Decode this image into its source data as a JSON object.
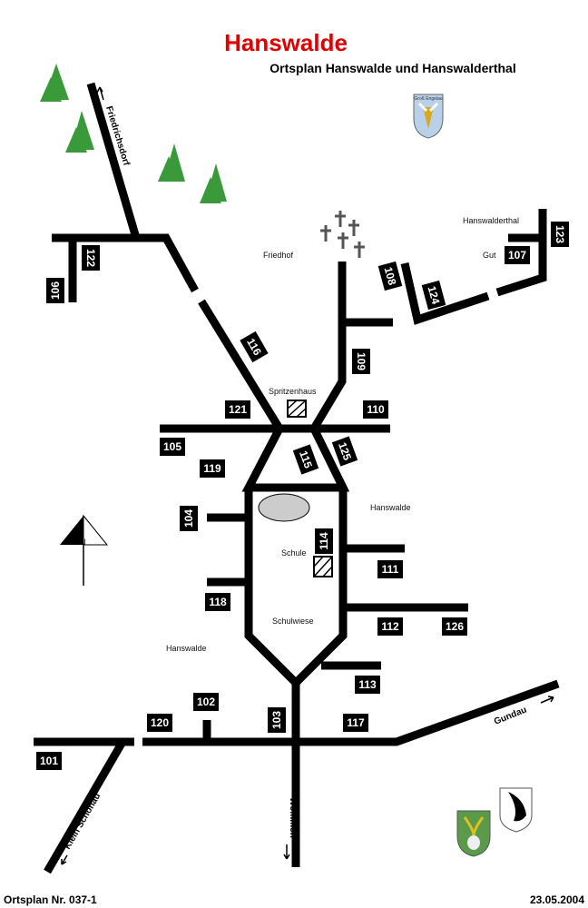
{
  "title": "Hanswalde",
  "subtitle": "Ortsplan Hanswalde und Hanswalderthal",
  "footer": {
    "plan_number": "Ortsplan Nr. 037-1",
    "date": "23.05.2004"
  },
  "places": {
    "friedhof": "Friedhof",
    "hanswalderthal": "Hanswalderthal",
    "gut": "Gut",
    "spritzenhaus": "Spritzenhaus",
    "hanswalde_east": "Hanswalde",
    "schule": "Schule",
    "schulwiese": "Schulwiese",
    "hanswalde_west": "Hanswalde"
  },
  "directions": {
    "friedrichsdorf": "Friedrichsdorf",
    "klein_schoenau": "Klein Schönau",
    "wommen": "Wommen",
    "gundau": "Gundau"
  },
  "coat_of_arms_text": "Groß Engelau",
  "compass": "N",
  "labels": [
    "122",
    "106",
    "116",
    "121",
    "110",
    "105",
    "119",
    "115",
    "125",
    "109",
    "108",
    "124",
    "107",
    "123",
    "104",
    "114",
    "111",
    "118",
    "112",
    "126",
    "113",
    "102",
    "120",
    "103",
    "117",
    "101"
  ],
  "colors": {
    "title": "#e00000",
    "tree": "#3a9a3a",
    "road": "#000000"
  }
}
